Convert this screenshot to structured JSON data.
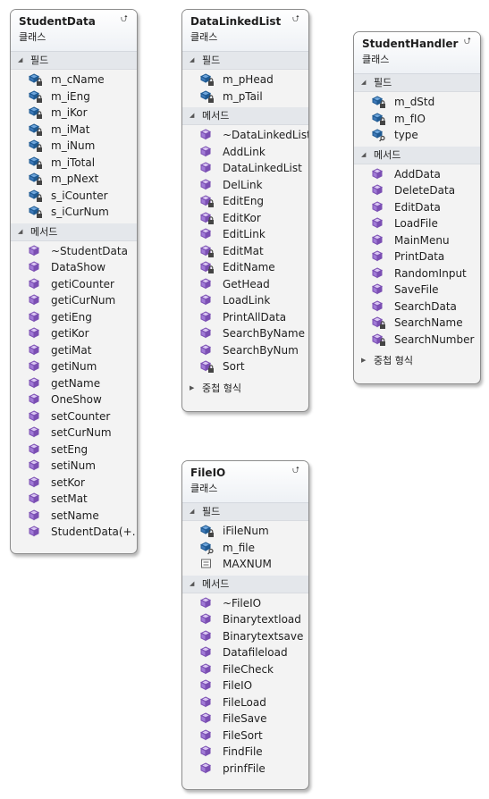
{
  "colors": {
    "field_icon": "#1f5a92",
    "method_icon": "#7b4fb3",
    "const_icon": "#666666",
    "border": "#8c8c8c",
    "section_bg": "#e4e7eb"
  },
  "icons": {
    "collapse": "double-chevron-up",
    "expanded": "triangle-down",
    "collapsed": "triangle-right",
    "private_field": "field-lock-icon",
    "protected_field": "field-key-icon",
    "public_method": "method-cube-icon",
    "private_method": "method-lock-icon",
    "constant": "constant-icon"
  },
  "classes": [
    {
      "id": "studentdata",
      "name": "StudentData",
      "kind": "클래스",
      "sections": [
        {
          "label": "필드",
          "open": true,
          "items": [
            {
              "name": "m_cName",
              "icon": "field-private"
            },
            {
              "name": "m_iEng",
              "icon": "field-private"
            },
            {
              "name": "m_iKor",
              "icon": "field-private"
            },
            {
              "name": "m_iMat",
              "icon": "field-private"
            },
            {
              "name": "m_iNum",
              "icon": "field-private"
            },
            {
              "name": "m_iTotal",
              "icon": "field-private"
            },
            {
              "name": "m_pNext",
              "icon": "field-private"
            },
            {
              "name": "s_iCounter",
              "icon": "field-private"
            },
            {
              "name": "s_iCurNum",
              "icon": "field-private"
            }
          ]
        },
        {
          "label": "메서드",
          "open": true,
          "items": [
            {
              "name": "~StudentData",
              "icon": "method"
            },
            {
              "name": "DataShow",
              "icon": "method"
            },
            {
              "name": "getiCounter",
              "icon": "method"
            },
            {
              "name": "getiCurNum",
              "icon": "method"
            },
            {
              "name": "getiEng",
              "icon": "method"
            },
            {
              "name": "getiKor",
              "icon": "method"
            },
            {
              "name": "getiMat",
              "icon": "method"
            },
            {
              "name": "getiNum",
              "icon": "method"
            },
            {
              "name": "getName",
              "icon": "method"
            },
            {
              "name": "OneShow",
              "icon": "method"
            },
            {
              "name": "setCounter",
              "icon": "method"
            },
            {
              "name": "setCurNum",
              "icon": "method"
            },
            {
              "name": "setEng",
              "icon": "method"
            },
            {
              "name": "setiNum",
              "icon": "method"
            },
            {
              "name": "setKor",
              "icon": "method"
            },
            {
              "name": "setMat",
              "icon": "method"
            },
            {
              "name": "setName",
              "icon": "method"
            },
            {
              "name": "StudentData(+…",
              "icon": "method"
            }
          ]
        }
      ]
    },
    {
      "id": "datalinkedlist",
      "name": "DataLinkedList",
      "kind": "클래스",
      "sections": [
        {
          "label": "필드",
          "open": true,
          "items": [
            {
              "name": "m_pHead",
              "icon": "field-private"
            },
            {
              "name": "m_pTail",
              "icon": "field-private"
            }
          ]
        },
        {
          "label": "메서드",
          "open": true,
          "items": [
            {
              "name": "~DataLinkedList",
              "icon": "method"
            },
            {
              "name": "AddLink",
              "icon": "method"
            },
            {
              "name": "DataLinkedList",
              "icon": "method"
            },
            {
              "name": "DelLink",
              "icon": "method"
            },
            {
              "name": "EditEng",
              "icon": "method-private"
            },
            {
              "name": "EditKor",
              "icon": "method-private"
            },
            {
              "name": "EditLink",
              "icon": "method"
            },
            {
              "name": "EditMat",
              "icon": "method-private"
            },
            {
              "name": "EditName",
              "icon": "method-private"
            },
            {
              "name": "GetHead",
              "icon": "method"
            },
            {
              "name": "LoadLink",
              "icon": "method"
            },
            {
              "name": "PrintAllData",
              "icon": "method"
            },
            {
              "name": "SearchByName",
              "icon": "method"
            },
            {
              "name": "SearchByNum",
              "icon": "method"
            },
            {
              "name": "Sort",
              "icon": "method-private"
            }
          ]
        },
        {
          "label": "중첩 형식",
          "open": false,
          "items": []
        }
      ]
    },
    {
      "id": "studenthandler",
      "name": "StudentHandler",
      "kind": "클래스",
      "sections": [
        {
          "label": "필드",
          "open": true,
          "items": [
            {
              "name": "m_dStd",
              "icon": "field-private"
            },
            {
              "name": "m_fIO",
              "icon": "field-private"
            },
            {
              "name": "type",
              "icon": "field-protected"
            }
          ]
        },
        {
          "label": "메서드",
          "open": true,
          "items": [
            {
              "name": "AddData",
              "icon": "method"
            },
            {
              "name": "DeleteData",
              "icon": "method"
            },
            {
              "name": "EditData",
              "icon": "method"
            },
            {
              "name": "LoadFile",
              "icon": "method"
            },
            {
              "name": "MainMenu",
              "icon": "method"
            },
            {
              "name": "PrintData",
              "icon": "method"
            },
            {
              "name": "RandomInput",
              "icon": "method"
            },
            {
              "name": "SaveFile",
              "icon": "method"
            },
            {
              "name": "SearchData",
              "icon": "method"
            },
            {
              "name": "SearchName",
              "icon": "method-private"
            },
            {
              "name": "SearchNumber",
              "icon": "method-private"
            }
          ]
        },
        {
          "label": "중첩 형식",
          "open": false,
          "items": []
        }
      ]
    },
    {
      "id": "fileio",
      "name": "FileIO",
      "kind": "클래스",
      "sections": [
        {
          "label": "필드",
          "open": true,
          "items": [
            {
              "name": "iFileNum",
              "icon": "field-private"
            },
            {
              "name": "m_file",
              "icon": "field-protected"
            },
            {
              "name": "MAXNUM",
              "icon": "constant"
            }
          ]
        },
        {
          "label": "메서드",
          "open": true,
          "items": [
            {
              "name": "~FileIO",
              "icon": "method"
            },
            {
              "name": "Binarytextload",
              "icon": "method"
            },
            {
              "name": "Binarytextsave",
              "icon": "method"
            },
            {
              "name": "Datafileload",
              "icon": "method"
            },
            {
              "name": "FileCheck",
              "icon": "method"
            },
            {
              "name": "FileIO",
              "icon": "method"
            },
            {
              "name": "FileLoad",
              "icon": "method"
            },
            {
              "name": "FileSave",
              "icon": "method"
            },
            {
              "name": "FileSort",
              "icon": "method"
            },
            {
              "name": "FindFile",
              "icon": "method"
            },
            {
              "name": "prinfFile",
              "icon": "method"
            }
          ]
        }
      ]
    }
  ]
}
